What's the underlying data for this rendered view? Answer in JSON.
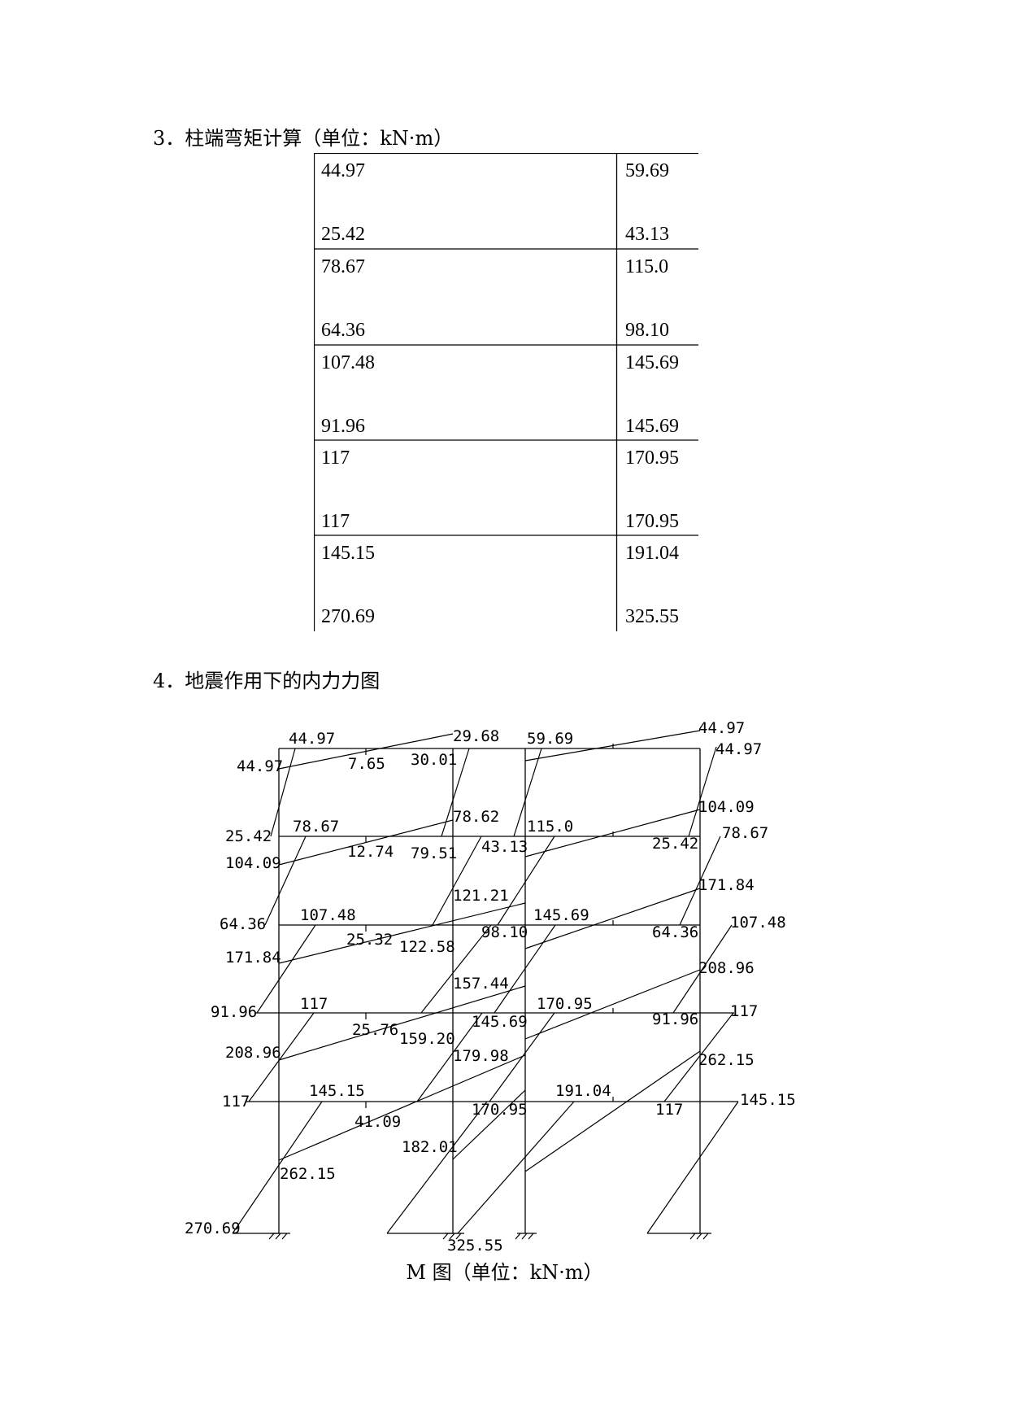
{
  "section3": {
    "heading": "3．柱端弯矩计算（单位：kN·m）"
  },
  "table": {
    "rows": [
      {
        "left_top": "44.97",
        "left_bottom": "25.42",
        "right_top": "59.69",
        "right_bottom": "43.13"
      },
      {
        "left_top": "78.67",
        "left_bottom": "64.36",
        "right_top": "115.0",
        "right_bottom": "98.10"
      },
      {
        "left_top": "107.48",
        "left_bottom": "91.96",
        "right_top": "145.69",
        "right_bottom": "145.69"
      },
      {
        "left_top": "117",
        "left_bottom": "117",
        "right_top": "170.95",
        "right_bottom": "170.95"
      },
      {
        "left_top": "145.15",
        "left_bottom": "270.69",
        "right_top": "191.04",
        "right_bottom": "325.55"
      }
    ]
  },
  "section4": {
    "heading": "4．地震作用下的内力力图"
  },
  "diagram": {
    "labels": [
      "44.97",
      "29.68",
      "59.69",
      "44.97",
      "44.97",
      "30.01",
      "7.65",
      "44.97",
      "25.42",
      "78.67",
      "78.62",
      "115.0",
      "104.09",
      "78.67",
      "104.09",
      "12.74",
      "79.51",
      "43.13",
      "25.42",
      "64.36",
      "107.48",
      "121.21",
      "145.69",
      "171.84",
      "107.48",
      "171.84",
      "25.32",
      "122.58",
      "98.10",
      "64.36",
      "91.96",
      "117",
      "157.44",
      "170.95",
      "208.96",
      "117",
      "208.96",
      "25.76",
      "159.20",
      "145.69",
      "91.96",
      "117",
      "145.15",
      "179.98",
      "191.04",
      "262.15",
      "145.15",
      "41.09",
      "170.95",
      "117",
      "182.01",
      "262.15",
      "270.69",
      "325.55"
    ]
  },
  "caption": "M 图（单位：kN·m）"
}
